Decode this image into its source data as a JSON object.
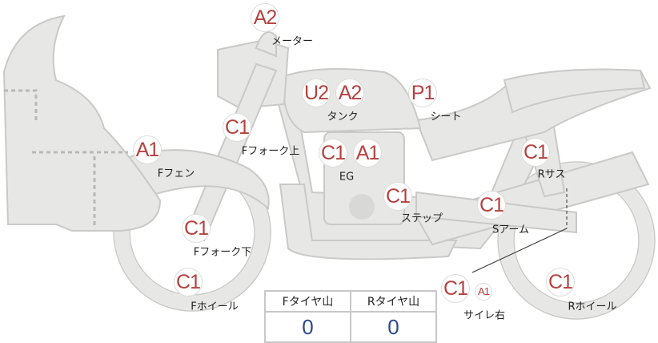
{
  "colors": {
    "part": "#e7e7e5",
    "stroke": "#c9c9c7",
    "badge_text": "#b5423f",
    "value": "#2d4a8a"
  },
  "parts": [
    {
      "id": "meter",
      "label": "メーター",
      "badges": [
        "A2"
      ]
    },
    {
      "id": "tank",
      "label": "タンク",
      "badges": [
        "U2",
        "A2"
      ]
    },
    {
      "id": "seat",
      "label": "シート",
      "badges": [
        "P1"
      ]
    },
    {
      "id": "ffork-upper",
      "label": "Fフォーク上",
      "badges": [
        "C1"
      ]
    },
    {
      "id": "ffender",
      "label": "Fフェン",
      "badges": [
        "A1"
      ]
    },
    {
      "id": "engine",
      "label": "EG",
      "badges": [
        "C1",
        "A1"
      ]
    },
    {
      "id": "step",
      "label": "ステップ",
      "badges": [
        "C1"
      ]
    },
    {
      "id": "swingarm",
      "label": "Sアーム",
      "badges": [
        "C1"
      ]
    },
    {
      "id": "rsus",
      "label": "Rサス",
      "badges": [
        "C1"
      ]
    },
    {
      "id": "ffork-lower",
      "label": "Fフォーク下",
      "badges": [
        "C1"
      ]
    },
    {
      "id": "fwheel",
      "label": "Fホイール",
      "badges": [
        "C1"
      ]
    },
    {
      "id": "muffler-right",
      "label": "サイレ右",
      "badges": [
        "C1",
        "A1"
      ]
    },
    {
      "id": "rwheel",
      "label": "Rホイール",
      "badges": [
        "C1"
      ]
    }
  ],
  "tire_table": {
    "headers": [
      "Fタイヤ山",
      "Rタイヤ山"
    ],
    "values": [
      "0",
      "0"
    ]
  }
}
